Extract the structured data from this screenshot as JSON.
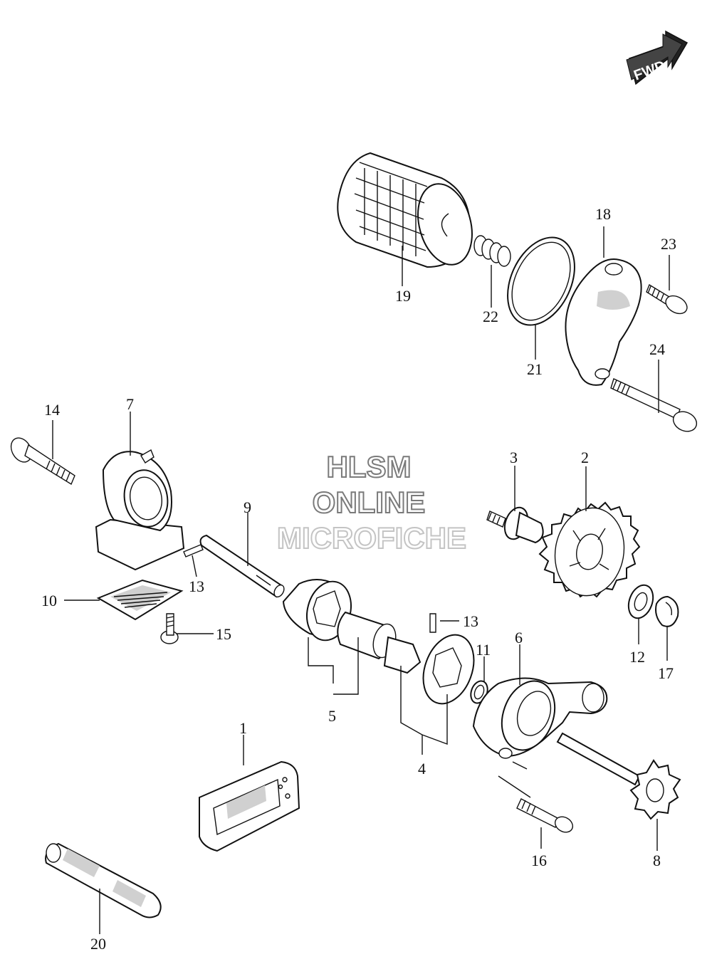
{
  "watermark": {
    "line1": "HLSM",
    "line2": "ONLINE",
    "line3": "MICROFICHE"
  },
  "fwd_indicator": {
    "label": "FWD",
    "icon": "fwd-arrow-icon"
  },
  "callouts": {
    "c1": "1",
    "c2": "2",
    "c3": "3",
    "c4": "4",
    "c5": "5",
    "c6": "6",
    "c7": "7",
    "c8": "8",
    "c9": "9",
    "c10": "10",
    "c11": "11",
    "c12": "12",
    "c13a": "13",
    "c13b": "13",
    "c14": "14",
    "c15": "15",
    "c16": "16",
    "c17": "17",
    "c18": "18",
    "c19": "19",
    "c20": "20",
    "c21": "21",
    "c22": "22",
    "c23": "23",
    "c24": "24"
  },
  "colors": {
    "line": "#111111",
    "watermark_dark": "#7a7a7a",
    "watermark_light": "#c4c4c4"
  }
}
